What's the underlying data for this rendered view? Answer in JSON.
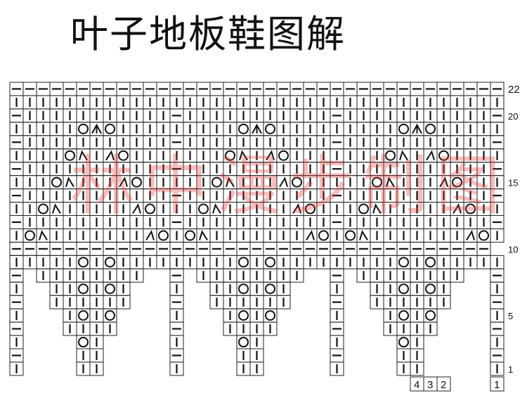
{
  "title": "叶子地板鞋图解",
  "chart": {
    "columns": 37,
    "rows": 22,
    "repeats": 3,
    "repeat_width": 12,
    "row_labels": [
      "22",
      "20",
      "15",
      "10",
      "5",
      "1"
    ],
    "column_labels": [
      "4",
      "3",
      "2",
      "1"
    ],
    "symbols": {
      "knit": "|",
      "purl": "—",
      "yarn_over": "O",
      "left_decrease": "人",
      "right_decrease": "入",
      "center_double_decrease": "小"
    }
  },
  "watermark": "林中漫步制图"
}
